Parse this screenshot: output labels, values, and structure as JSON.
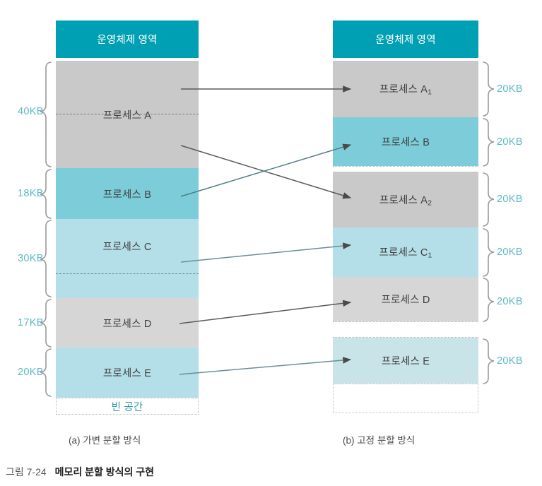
{
  "figure": {
    "number": "그림 7-24",
    "title": "메모리 분할 방식의 구현"
  },
  "panels": [
    {
      "id": "a",
      "caption": "(a) 가변 분할 방식",
      "os_label": "운영체제 영역",
      "blocks": [
        {
          "name": "프로세스 A",
          "size": "40KB",
          "color": "#c9c9c9",
          "divided": true
        },
        {
          "name": "프로세스 B",
          "size": "18KB",
          "color": "#7ccdd9",
          "divided": false
        },
        {
          "name": "프로세스 C",
          "size": "30KB",
          "color": "#b4dfe8",
          "divided": true
        },
        {
          "name": "프로세스 D",
          "size": "17KB",
          "color": "#d6d6d6",
          "divided": false
        },
        {
          "name": "프로세스 E",
          "size": "20KB",
          "color": "#b4dfe8",
          "divided": false
        }
      ],
      "free_label": "빈 공간"
    },
    {
      "id": "b",
      "caption": "(b) 고정 분할 방식",
      "os_label": "운영체제 영역",
      "blocks": [
        {
          "name": "프로세스 A",
          "sub": "1",
          "size": "20KB",
          "color": "#c9c9c9"
        },
        {
          "name": "프로세스 B",
          "sub": "",
          "size": "20KB",
          "color": "#7ccdd9"
        },
        {
          "name": "프로세스 A",
          "sub": "2",
          "size": "20KB",
          "color": "#c9c9c9"
        },
        {
          "name": "프로세스 C",
          "sub": "1",
          "size": "20KB",
          "color": "#b4dfe8"
        },
        {
          "name": "프로세스 D",
          "sub": "",
          "size": "20KB",
          "color": "#d6d6d6"
        },
        {
          "name": "프로세스 E",
          "sub": "",
          "size": "20KB",
          "color": "#c9e4e8"
        }
      ]
    }
  ],
  "colors": {
    "os_header": "#00a0b4",
    "size_label": "#5cb8c8",
    "arrow": "#4a4a4a",
    "brace": "#8a8a8a",
    "free_text": "#2f9aa8"
  },
  "arrows": [
    {
      "from": "프로세스 A",
      "to": "프로세스 A1"
    },
    {
      "from": "프로세스 A",
      "to": "프로세스 A2"
    },
    {
      "from": "프로세스 B",
      "to": "프로세스 B"
    },
    {
      "from": "프로세스 C",
      "to": "프로세스 C1"
    },
    {
      "from": "프로세스 D",
      "to": "프로세스 D"
    },
    {
      "from": "프로세스 E",
      "to": "프로세스 E"
    }
  ]
}
